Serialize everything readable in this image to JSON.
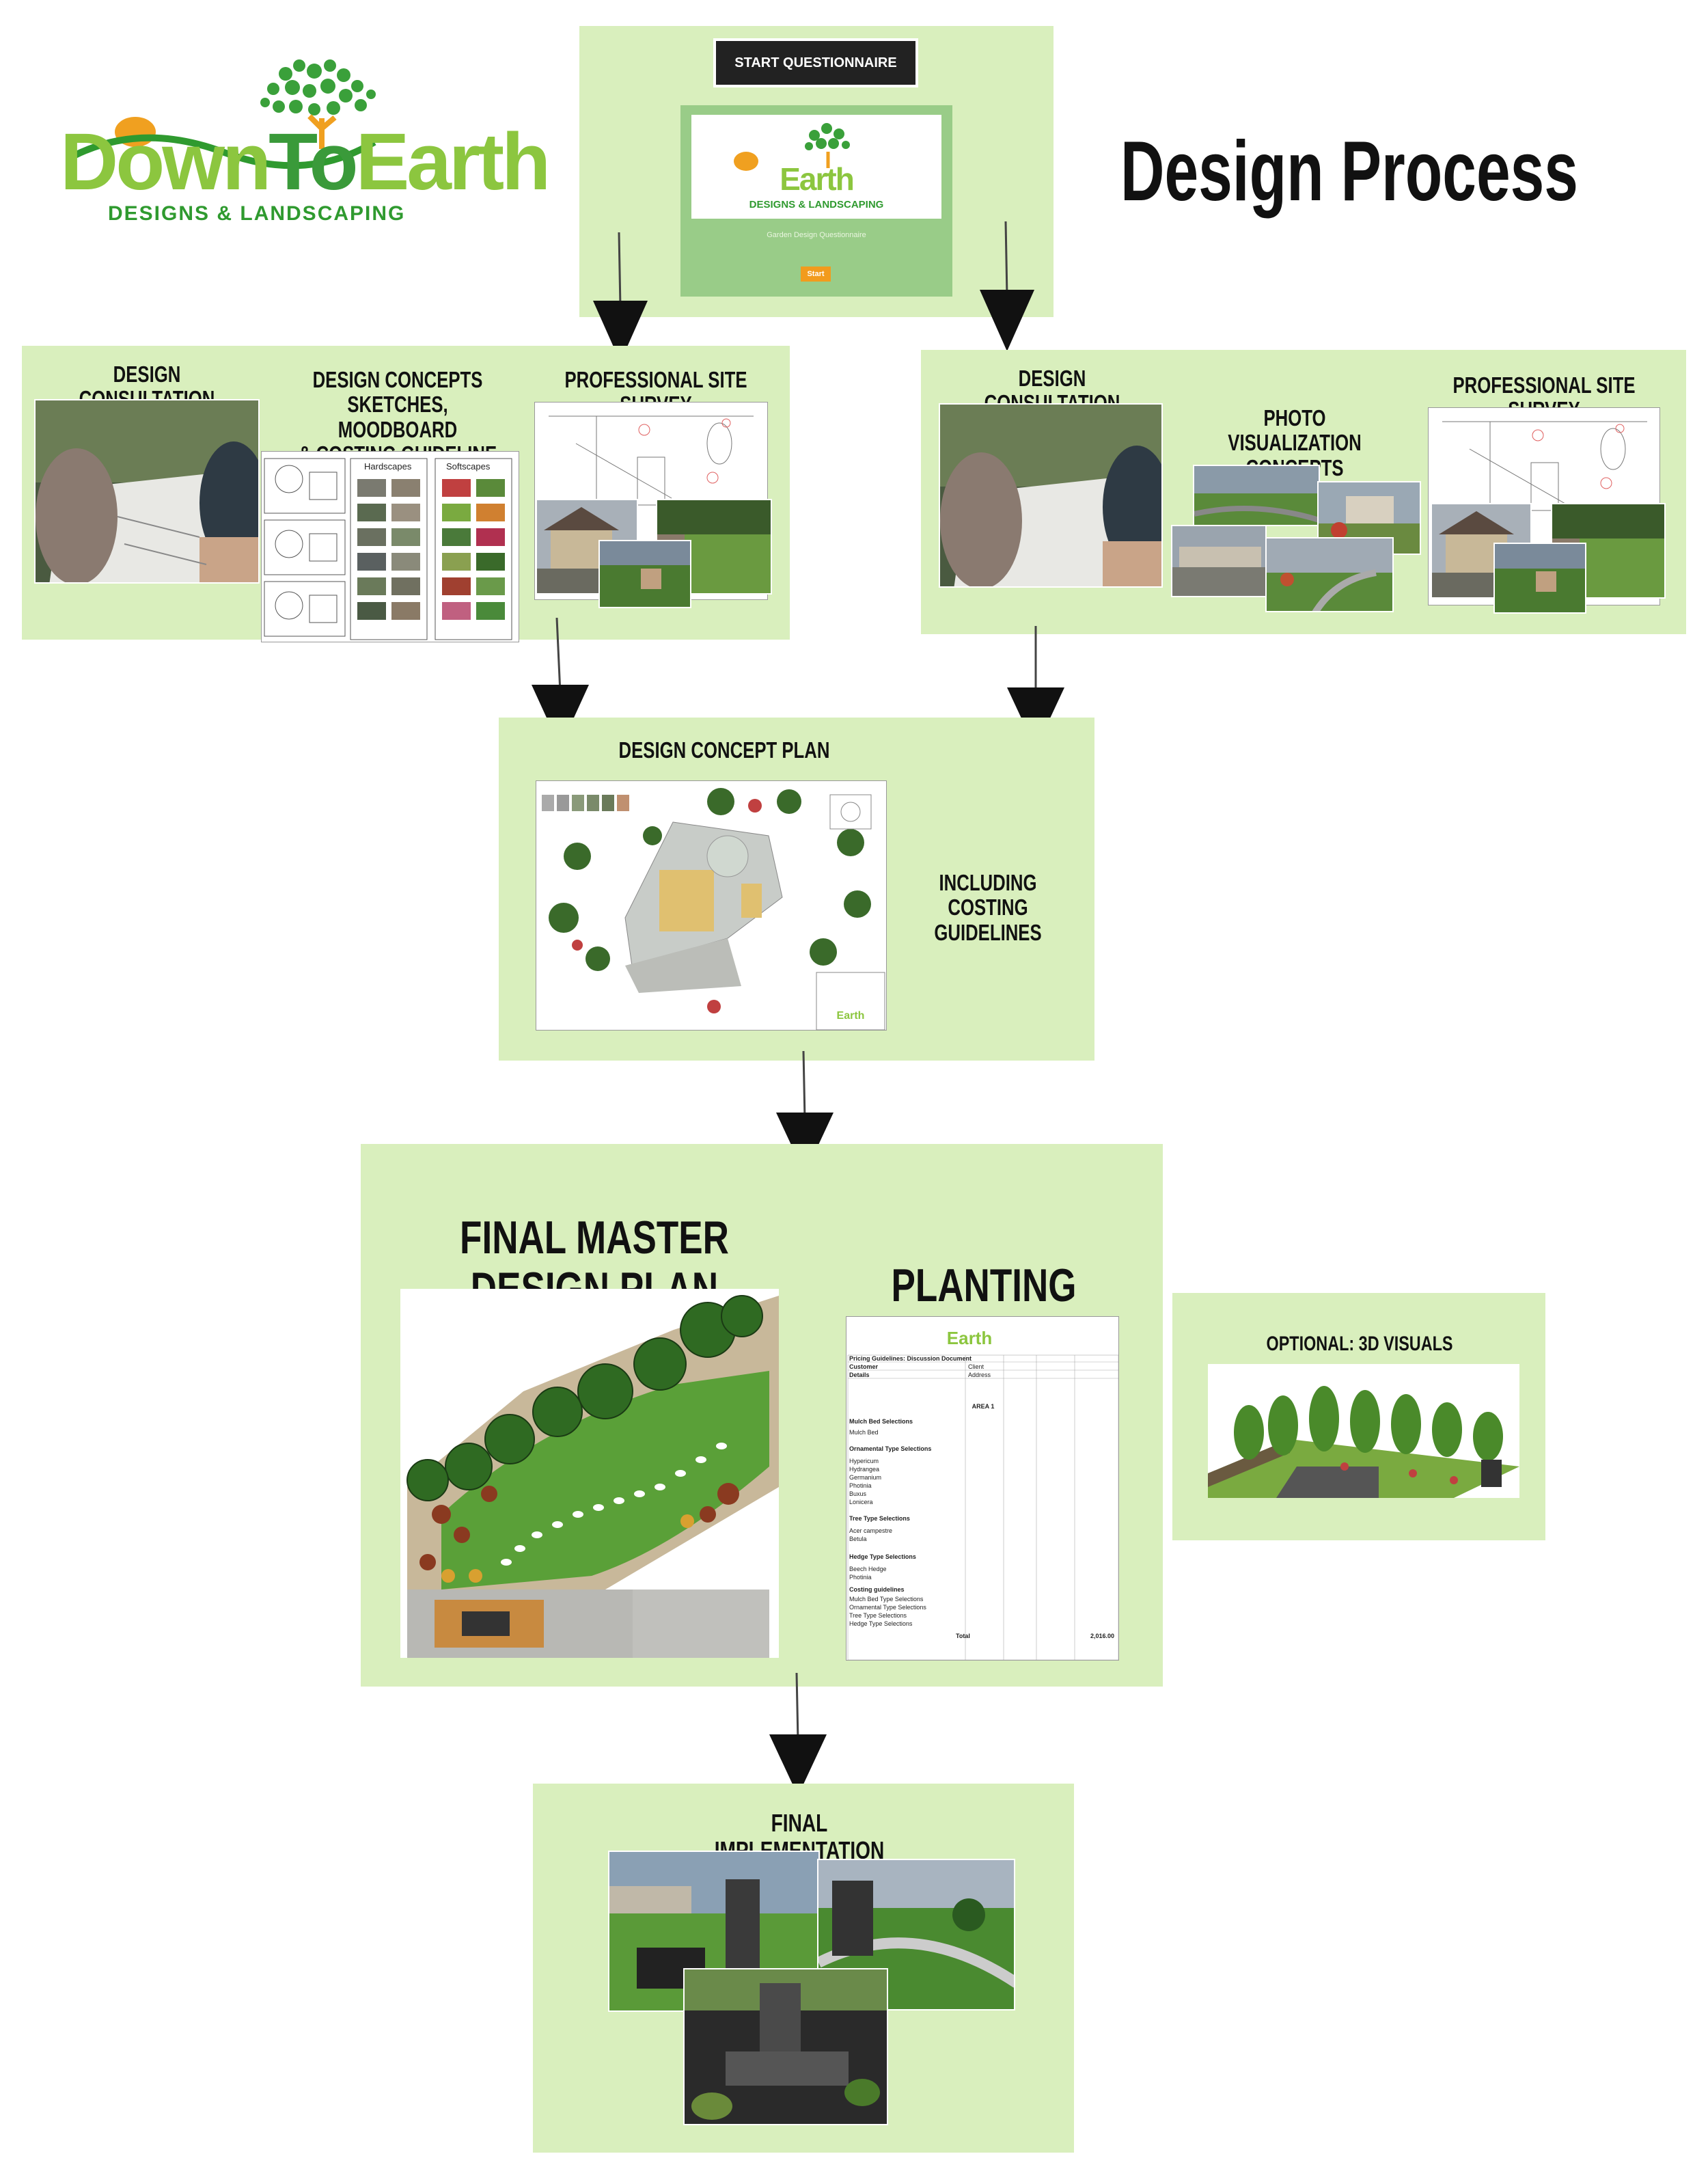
{
  "logo": {
    "line1_a": "Down",
    "line1_b": "To",
    "line1_c": "Earth",
    "line2": "DESIGNS & LANDSCAPING"
  },
  "page_title": "Design Process",
  "questionnaire": {
    "button": "START QUESTIONNAIRE",
    "subtitle": "Garden Design Questionnaire",
    "start": "Start"
  },
  "left_stage": {
    "consultation": "DESIGN CONSULTATION",
    "concepts": "DESIGN CONCEPTS SKETCHES,\nMOODBOARD\n& COSTING GUIDELINE",
    "survey": "PROFESSIONAL SITE SURVEY",
    "hardscapes": "Hardscapes",
    "softscapes": "Softscapes"
  },
  "right_stage": {
    "consultation": "DESIGN CONSULTATION",
    "visualization": "PHOTO VISUALIZATION\nCONCEPTS",
    "survey": "PROFESSIONAL SITE SURVEY"
  },
  "concept_plan": {
    "title": "DESIGN CONCEPT PLAN",
    "note": "INCLUDING\nCOSTING GUIDELINES"
  },
  "master_plan": {
    "title": "FINAL MASTER DESIGN PLAN",
    "planting_title": "PLANTING PLAN",
    "sheet": {
      "doc_title": "Pricing Guidelines: Discussion Document",
      "customer_label": "Customer",
      "customer_value": "Client",
      "details_label": "Details",
      "details_value": "Address",
      "area": "AREA 1",
      "mulch_label": "Mulch Bed Selections",
      "mulch_row": "Mulch Bed",
      "ornamental_label": "Ornamental Type Selections",
      "ornamental_rows": [
        "Hypericum",
        "Hydrangea",
        "Germanium",
        "Photinia",
        "Buxus",
        "Lonicera"
      ],
      "tree_label": "Tree Type Selections",
      "tree_rows": [
        "Acer campestre",
        "Betula"
      ],
      "hedge_label": "Hedge Type Selections",
      "hedge_rows": [
        "Beech Hedge",
        "Photinia"
      ],
      "costing_label": "Costing guidelines",
      "costing_rows": [
        "Mulch Bed Type Selections",
        "Ornamental Type Selections",
        "Tree Type Selections",
        "Hedge Type Selections"
      ],
      "total_label": "Total",
      "total_value": "2,016.00"
    }
  },
  "optional": {
    "title": "OPTIONAL: 3D VISUALS"
  },
  "implementation": {
    "title": "FINAL IMPLEMENTATION"
  }
}
